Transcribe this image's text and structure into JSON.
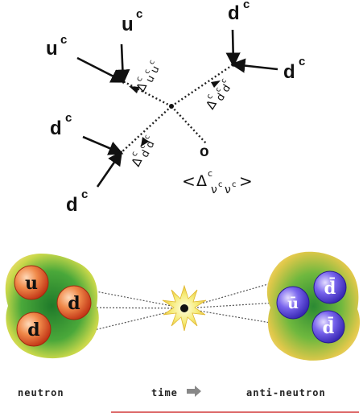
{
  "top_diagram": {
    "external_legs": {
      "upper_left_a": {
        "base": "u",
        "sup": "c"
      },
      "upper_left_b": {
        "base": "u",
        "sup": "c"
      },
      "upper_right_a": {
        "base": "d",
        "sup": "c"
      },
      "upper_right_b": {
        "base": "d",
        "sup": "c"
      },
      "lower_left_a": {
        "base": "d",
        "sup": "c"
      },
      "lower_left_b": {
        "base": "d",
        "sup": "c"
      }
    },
    "propagators": {
      "upper_left": {
        "delta": "Δ",
        "sup": "c",
        "sub1": "u",
        "sub1_sup": "c",
        "sub2": "u",
        "sub2_sup": "c"
      },
      "upper_right": {
        "delta": "Δ",
        "sup": "c",
        "sub1": "d",
        "sub1_sup": "c",
        "sub2": "d",
        "sub2_sup": "c"
      },
      "lower_left": {
        "delta": "Δ",
        "sup": "c",
        "sub1": "d",
        "sub1_sup": "c",
        "sub2": "d",
        "sub2_sup": "c"
      }
    },
    "vev_marker": "o",
    "vev_label": {
      "open": "<",
      "delta": "Δ",
      "sup": "c",
      "sub": "ν",
      "sub_sup": "c",
      "sub2": "ν",
      "sub2_sup": "c",
      "close": ">"
    }
  },
  "bottom_diagram": {
    "neutron_quarks": [
      "u",
      "d",
      "d"
    ],
    "antineutron_quarks": [
      "ū",
      "d̄",
      "d̄"
    ],
    "captions": {
      "left": "neutron",
      "middle": "time",
      "right": "anti-neutron"
    },
    "colors": {
      "neutron_quark": "#d8401c",
      "antineutron_quark": "#4a32c8",
      "cloud_outer": "#e6c438",
      "cloud_inner": "#2f8f2f",
      "burst": "#f2e35a",
      "underline": "#d23a3a"
    }
  }
}
